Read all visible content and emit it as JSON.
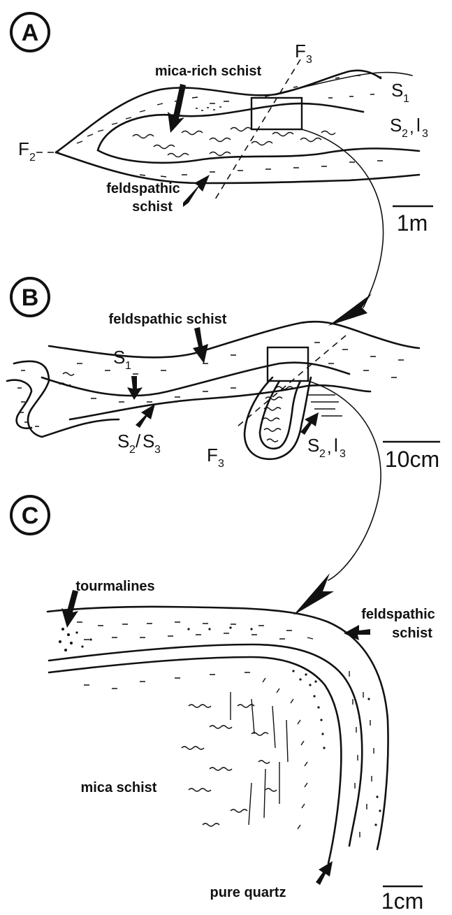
{
  "panels": [
    {
      "letter": "A",
      "labels": {
        "mica": "mica-rich schist",
        "feldspathic_line1": "feldspathic",
        "feldspathic_line2": "schist",
        "fold_axis": "F",
        "fold_axis_sub": "3",
        "fold2": "F",
        "fold2_sub": "2",
        "s1": "S",
        "s1_sub": "1",
        "s2": "S",
        "s2_sub": "2",
        "s2_sep": ",",
        "s2_l": "l",
        "s2_l_sub": "3"
      },
      "scale": "1m"
    },
    {
      "letter": "B",
      "labels": {
        "feldspathic": "feldspathic schist",
        "s1": "S",
        "s1_sub": "1",
        "s2s3_a": "S",
        "s2s3_a_sub": "2",
        "s2s3_slash": "/",
        "s2s3_b": "S",
        "s2s3_b_sub": "3",
        "f3": "F",
        "f3_sub": "3",
        "s2": "S",
        "s2_sub": "2",
        "s2_sep": ",",
        "s2_l": "l",
        "s2_l_sub": "3"
      },
      "scale": "10cm"
    },
    {
      "letter": "C",
      "labels": {
        "tourmalines": "tourmalines",
        "feldspathic_line1": "feldspathic",
        "feldspathic_line2": "schist",
        "mica": "mica schist",
        "quartz": "pure quartz"
      },
      "scale": "1cm"
    }
  ]
}
